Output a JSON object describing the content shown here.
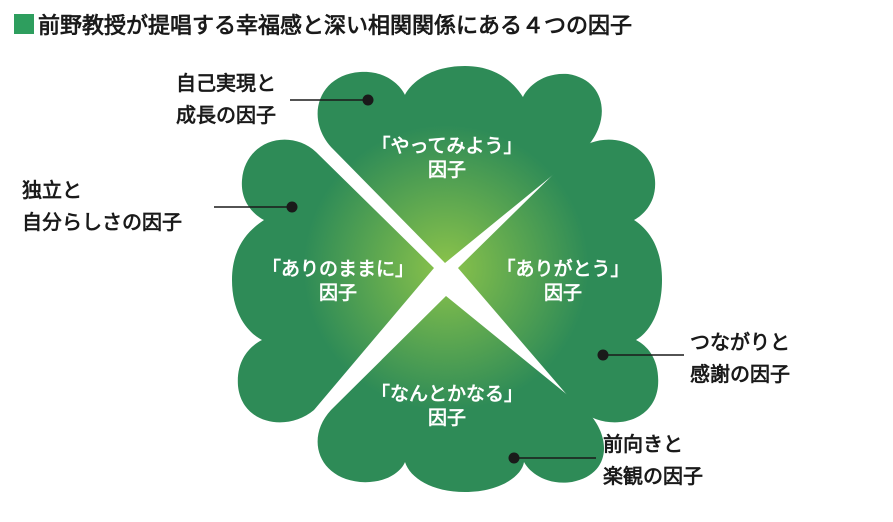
{
  "title": "前野教授が提唱する幸福感と深い相関関係にある４つの因子",
  "colors": {
    "title_square": "#2e9e5e",
    "leaf_outer": "#2e8b57",
    "leaf_inner": "#8bc34a",
    "line": "#1a1a1a"
  },
  "leaves": [
    {
      "id": "top",
      "quote": "「やってみよう」",
      "sub": "因子",
      "label1": "自己実現と",
      "label2": "成長の因子"
    },
    {
      "id": "left",
      "quote": "「ありのままに」",
      "sub": "因子",
      "label1": "独立と",
      "label2": "自分らしさの因子"
    },
    {
      "id": "right",
      "quote": "「ありがとう」",
      "sub": "因子",
      "label1": "つながりと",
      "label2": "感謝の因子"
    },
    {
      "id": "bottom",
      "quote": "「なんとかなる」",
      "sub": "因子",
      "label1": "前向きと",
      "label2": "楽観の因子"
    }
  ]
}
